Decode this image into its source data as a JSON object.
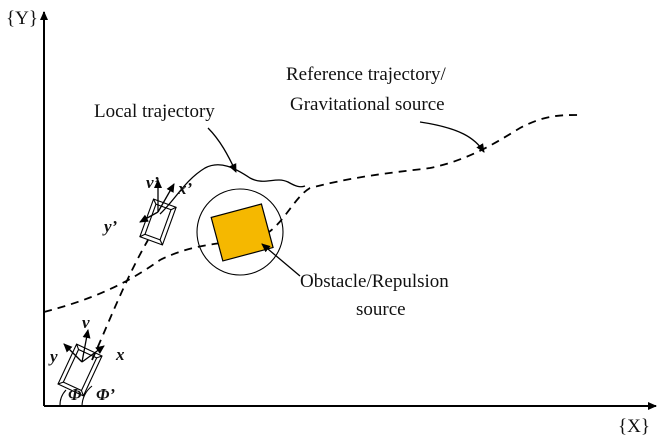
{
  "axes": {
    "y_label": "{Y}",
    "x_label": "{X}"
  },
  "labels": {
    "reference_line1": "Reference trajectory/",
    "reference_line2": "Gravitational source",
    "local": "Local trajectory",
    "obstacle_line1": "Obstacle/Repulsion",
    "obstacle_line2": "source"
  },
  "vehicle_top": {
    "v": "v’",
    "x": "x’",
    "y": "y’"
  },
  "vehicle_bottom": {
    "v": "v",
    "x": "x",
    "y": "y",
    "phi": "Φ",
    "phi_prime": "Φ’"
  },
  "colors": {
    "obstacle_fill": "#F5B800",
    "line": "#000000"
  }
}
